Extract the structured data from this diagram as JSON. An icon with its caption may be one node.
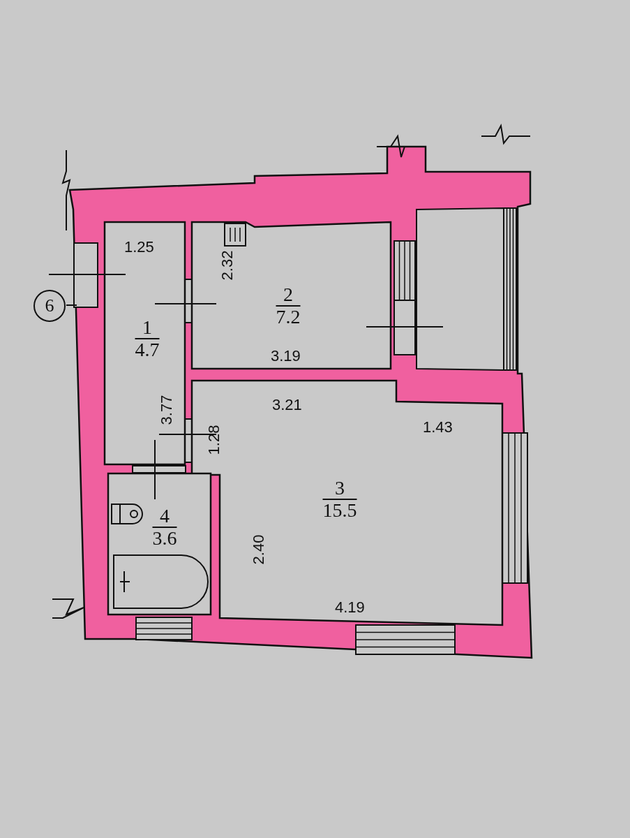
{
  "diagram": {
    "nodes": [
      {
        "text": [
          "1",
          "4.7"
        ]
      },
      {
        "text": [
          "2",
          "7.2"
        ]
      },
      {
        "text": [
          "6"
        ]
      },
      {
        "text": [
          "3",
          "15.5"
        ]
      },
      {
        "text": [
          "4",
          "3.6"
        ]
      }
    ],
    "labels": [
      "1.25",
      "2.32",
      "3.19",
      "3.21",
      "3.77",
      "1.43",
      "1.28",
      "2.40",
      "4.19"
    ]
  }
}
